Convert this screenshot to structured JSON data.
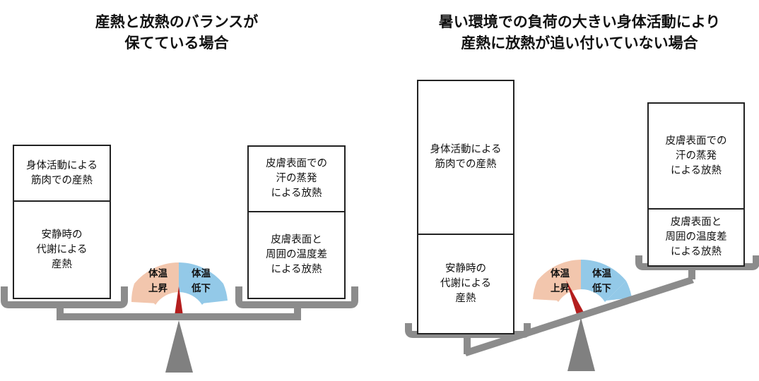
{
  "left_panel": {
    "title": "産熱と放熱のバランスが\n保てている場合",
    "heat_production": {
      "activity": "身体活動による\n筋肉での産熱",
      "basal": "安静時の\n代謝による\n産熱"
    },
    "heat_loss": {
      "sweat": "皮膚表面での\n汗の蒸発\nによる放熱",
      "skin": "皮膚表面と\n周囲の温度差\nによる放熱"
    },
    "gauge": {
      "rise_line1": "体温",
      "rise_line2": "上昇",
      "fall_line1": "体温",
      "fall_line2": "低下",
      "state": "balanced"
    }
  },
  "right_panel": {
    "title": "暑い環境での負荷の大きい身体活動により\n産熱に放熱が追い付いていない場合",
    "heat_production": {
      "activity": "身体活動による\n筋肉での産熱",
      "basal": "安静時の\n代謝による\n産熱"
    },
    "heat_loss": {
      "sweat": "皮膚表面での\n汗の蒸発\nによる放熱",
      "skin": "皮膚表面と\n周囲の温度差\nによる放熱"
    },
    "gauge": {
      "rise_line1": "体温",
      "rise_line2": "上昇",
      "fall_line1": "体温",
      "fall_line2": "低下",
      "state": "tilted toward heat production"
    }
  },
  "colors": {
    "rise": "#f2c6ad",
    "fall": "#93c9e8",
    "needle": "#b41e1e",
    "beam": "#8c8c8c",
    "fulcrum": "#808080",
    "border": "#222222"
  }
}
